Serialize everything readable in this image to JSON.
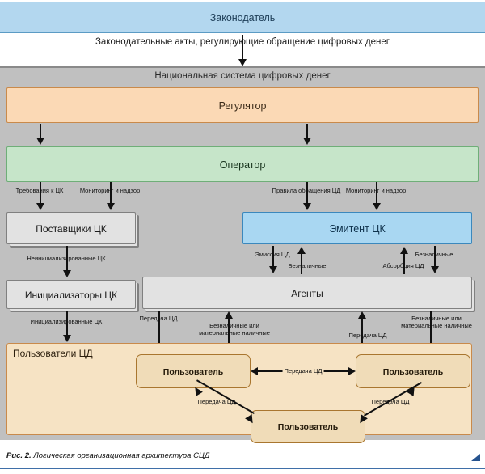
{
  "figure": {
    "caption_prefix": "Рис. 2.",
    "caption_text": "Логическая организационная архитектура СЦД"
  },
  "nodes": {
    "legislator": "Законодатель",
    "national_system": "Национальная система цифровых денег",
    "regulator": "Регулятор",
    "operator": "Оператор",
    "suppliers": "Поставщики ЦК",
    "initializers": "Инициализаторы ЦК",
    "emitent": "Эмитент ЦК",
    "agents": "Агенты",
    "users_panel": "Пользователи ЦД",
    "user_left": "Пользователь",
    "user_right": "Пользователь",
    "user_bottom": "Пользователь"
  },
  "edges": {
    "legislative_acts": "Законодательные акты, регулирующие обращение цифровых денег",
    "requirements_ck": "Требования к ЦК",
    "monitoring_left": "Мониторинг и надзор",
    "rules_cd": "Правила обращения ЦД",
    "monitoring_right": "Мониторинг и надзор",
    "uninitialized_ck": "Неинициализированные ЦК",
    "initialized_ck": "Инициализированные ЦК",
    "emission_cd": "Эмиссия ЦД",
    "cashless_1": "Безналичные",
    "absorption_cd": "Абсорбция ЦД",
    "cashless_2": "Безналичные",
    "transfer_cd_1": "Передача ЦД",
    "cashless_or_material_1_line1": "Безналичные или",
    "cashless_or_material_1_line2": "материальные наличные",
    "transfer_cd_2": "Передача ЦД",
    "cashless_or_material_2_line1": "Безналичные или",
    "cashless_or_material_2_line2": "материальные наличные",
    "transfer_cd_mid": "Передача ЦД",
    "transfer_cd_3": "Передача ЦД",
    "transfer_cd_4": "Передача ЦД"
  },
  "colors": {
    "legislator_bg": "#b3d7ef",
    "regulator_bg": "#fbd9b5",
    "operator_bg": "#c6e5c9",
    "emitent_bg": "#a9d7f2",
    "system_bg": "#c0c0c0",
    "users_bg": "#f6e3c4",
    "user_box_bg": "#f0dcb8",
    "rule": "#3f6fa8"
  }
}
